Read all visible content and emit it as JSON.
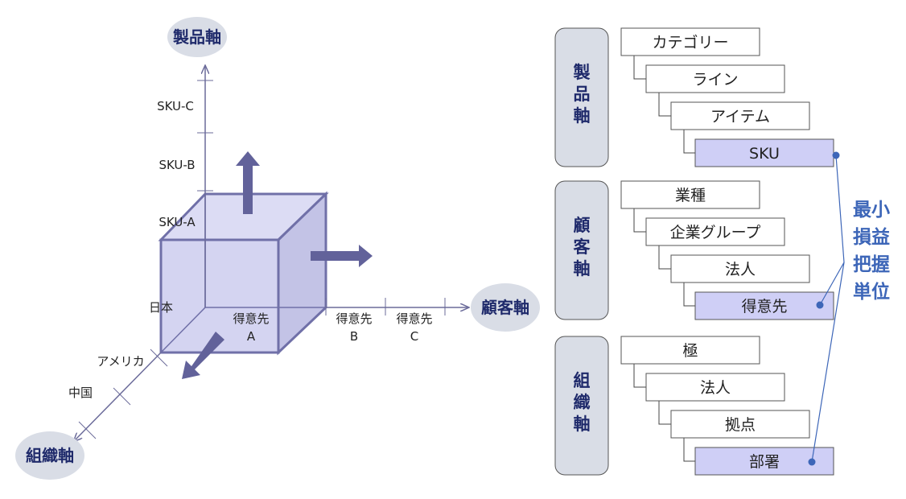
{
  "left": {
    "axes": {
      "product": "製品軸",
      "customer": "顧客軸",
      "org": "組織軸"
    },
    "product_ticks": [
      "SKU-A",
      "SKU-B",
      "SKU-C"
    ],
    "customer_ticks": [
      {
        "line1": "得意先",
        "line2": "A"
      },
      {
        "line1": "得意先",
        "line2": "B"
      },
      {
        "line1": "得意先",
        "line2": "C"
      }
    ],
    "org_ticks": [
      "日本",
      "アメリカ",
      "中国"
    ]
  },
  "right": {
    "groups": [
      {
        "label": [
          "製",
          "品",
          "軸"
        ],
        "items": [
          "カテゴリー",
          "ライン",
          "アイテム",
          "SKU"
        ]
      },
      {
        "label": [
          "顧",
          "客",
          "軸"
        ],
        "items": [
          "業種",
          "企業グループ",
          "法人",
          "得意先"
        ]
      },
      {
        "label": [
          "組",
          "織",
          "軸"
        ],
        "items": [
          "極",
          "法人",
          "拠点",
          "部署"
        ]
      }
    ],
    "min_unit_label": [
      "最小",
      "損益",
      "把握",
      "単位"
    ]
  }
}
